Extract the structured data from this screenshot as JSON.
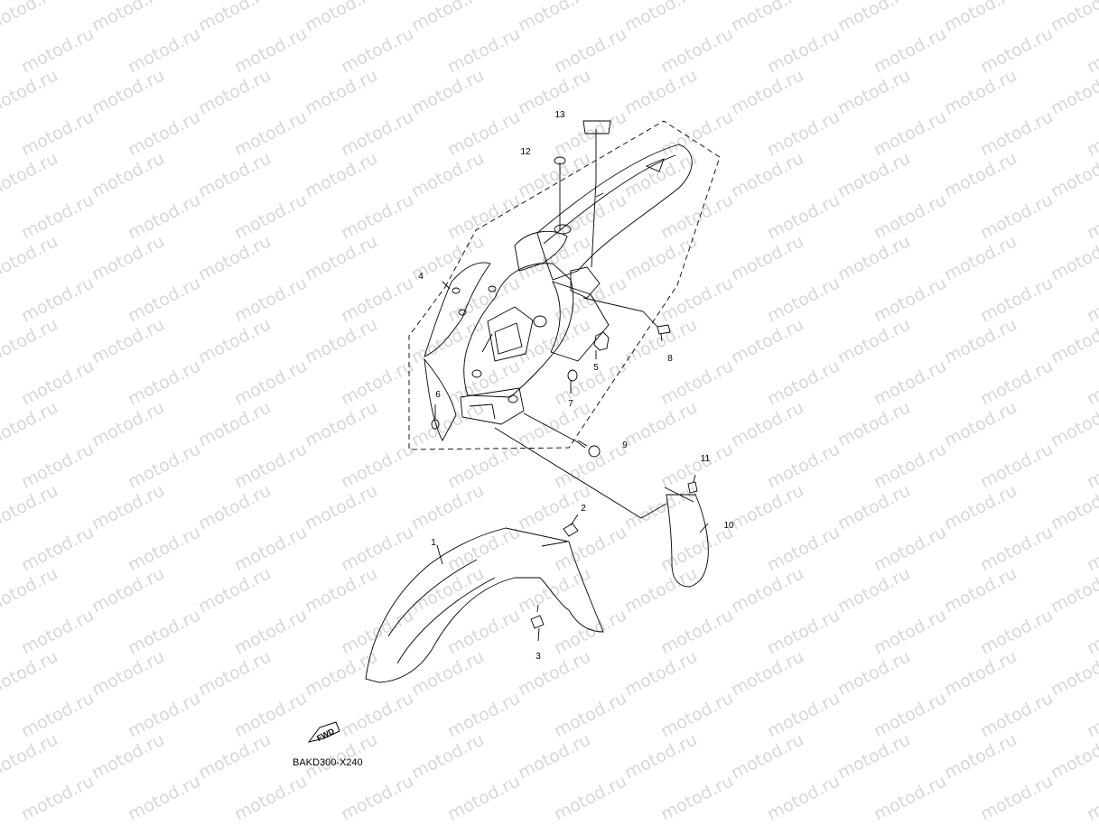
{
  "watermark": "motod.ru",
  "diagram_code": "BAKD300-X240",
  "fwd_label": "FWD",
  "callouts": [
    {
      "id": "1",
      "label": "1"
    },
    {
      "id": "2",
      "label": "2"
    },
    {
      "id": "3",
      "label": "3"
    },
    {
      "id": "4",
      "label": "4"
    },
    {
      "id": "5",
      "label": "5"
    },
    {
      "id": "6",
      "label": "6"
    },
    {
      "id": "7",
      "label": "7"
    },
    {
      "id": "8",
      "label": "8"
    },
    {
      "id": "9",
      "label": "9"
    },
    {
      "id": "10",
      "label": "10"
    },
    {
      "id": "11",
      "label": "11"
    },
    {
      "id": "12",
      "label": "12"
    },
    {
      "id": "13",
      "label": "13"
    }
  ]
}
